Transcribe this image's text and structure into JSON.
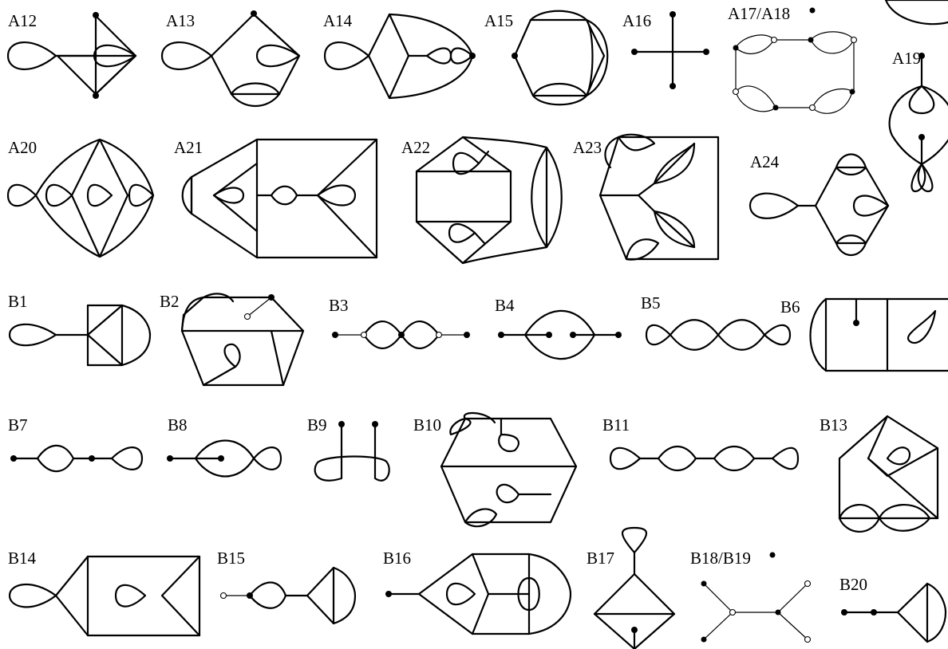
{
  "figure": {
    "labels": {
      "A12": "A12",
      "A13": "A13",
      "A14": "A14",
      "A15": "A15",
      "A16": "A16",
      "A17_A18": "A17/A18",
      "A19": "A19",
      "A20": "A20",
      "A21": "A21",
      "A22": "A22",
      "A23": "A23",
      "A24": "A24",
      "B1": "B1",
      "B2": "B2",
      "B3": "B3",
      "B4": "B4",
      "B5": "B5",
      "B6": "B6",
      "B7": "B7",
      "B8": "B8",
      "B9": "B9",
      "B10": "B10",
      "B11": "B11",
      "B13": "B13",
      "B14": "B14",
      "B15": "B15",
      "B16": "B16",
      "B17": "B17",
      "B18_B19": "B18/B19",
      "B20": "B20"
    },
    "colors": {
      "stroke": "#000000",
      "background": "#ffffff",
      "hollow_vertex": "#ffffff"
    }
  }
}
